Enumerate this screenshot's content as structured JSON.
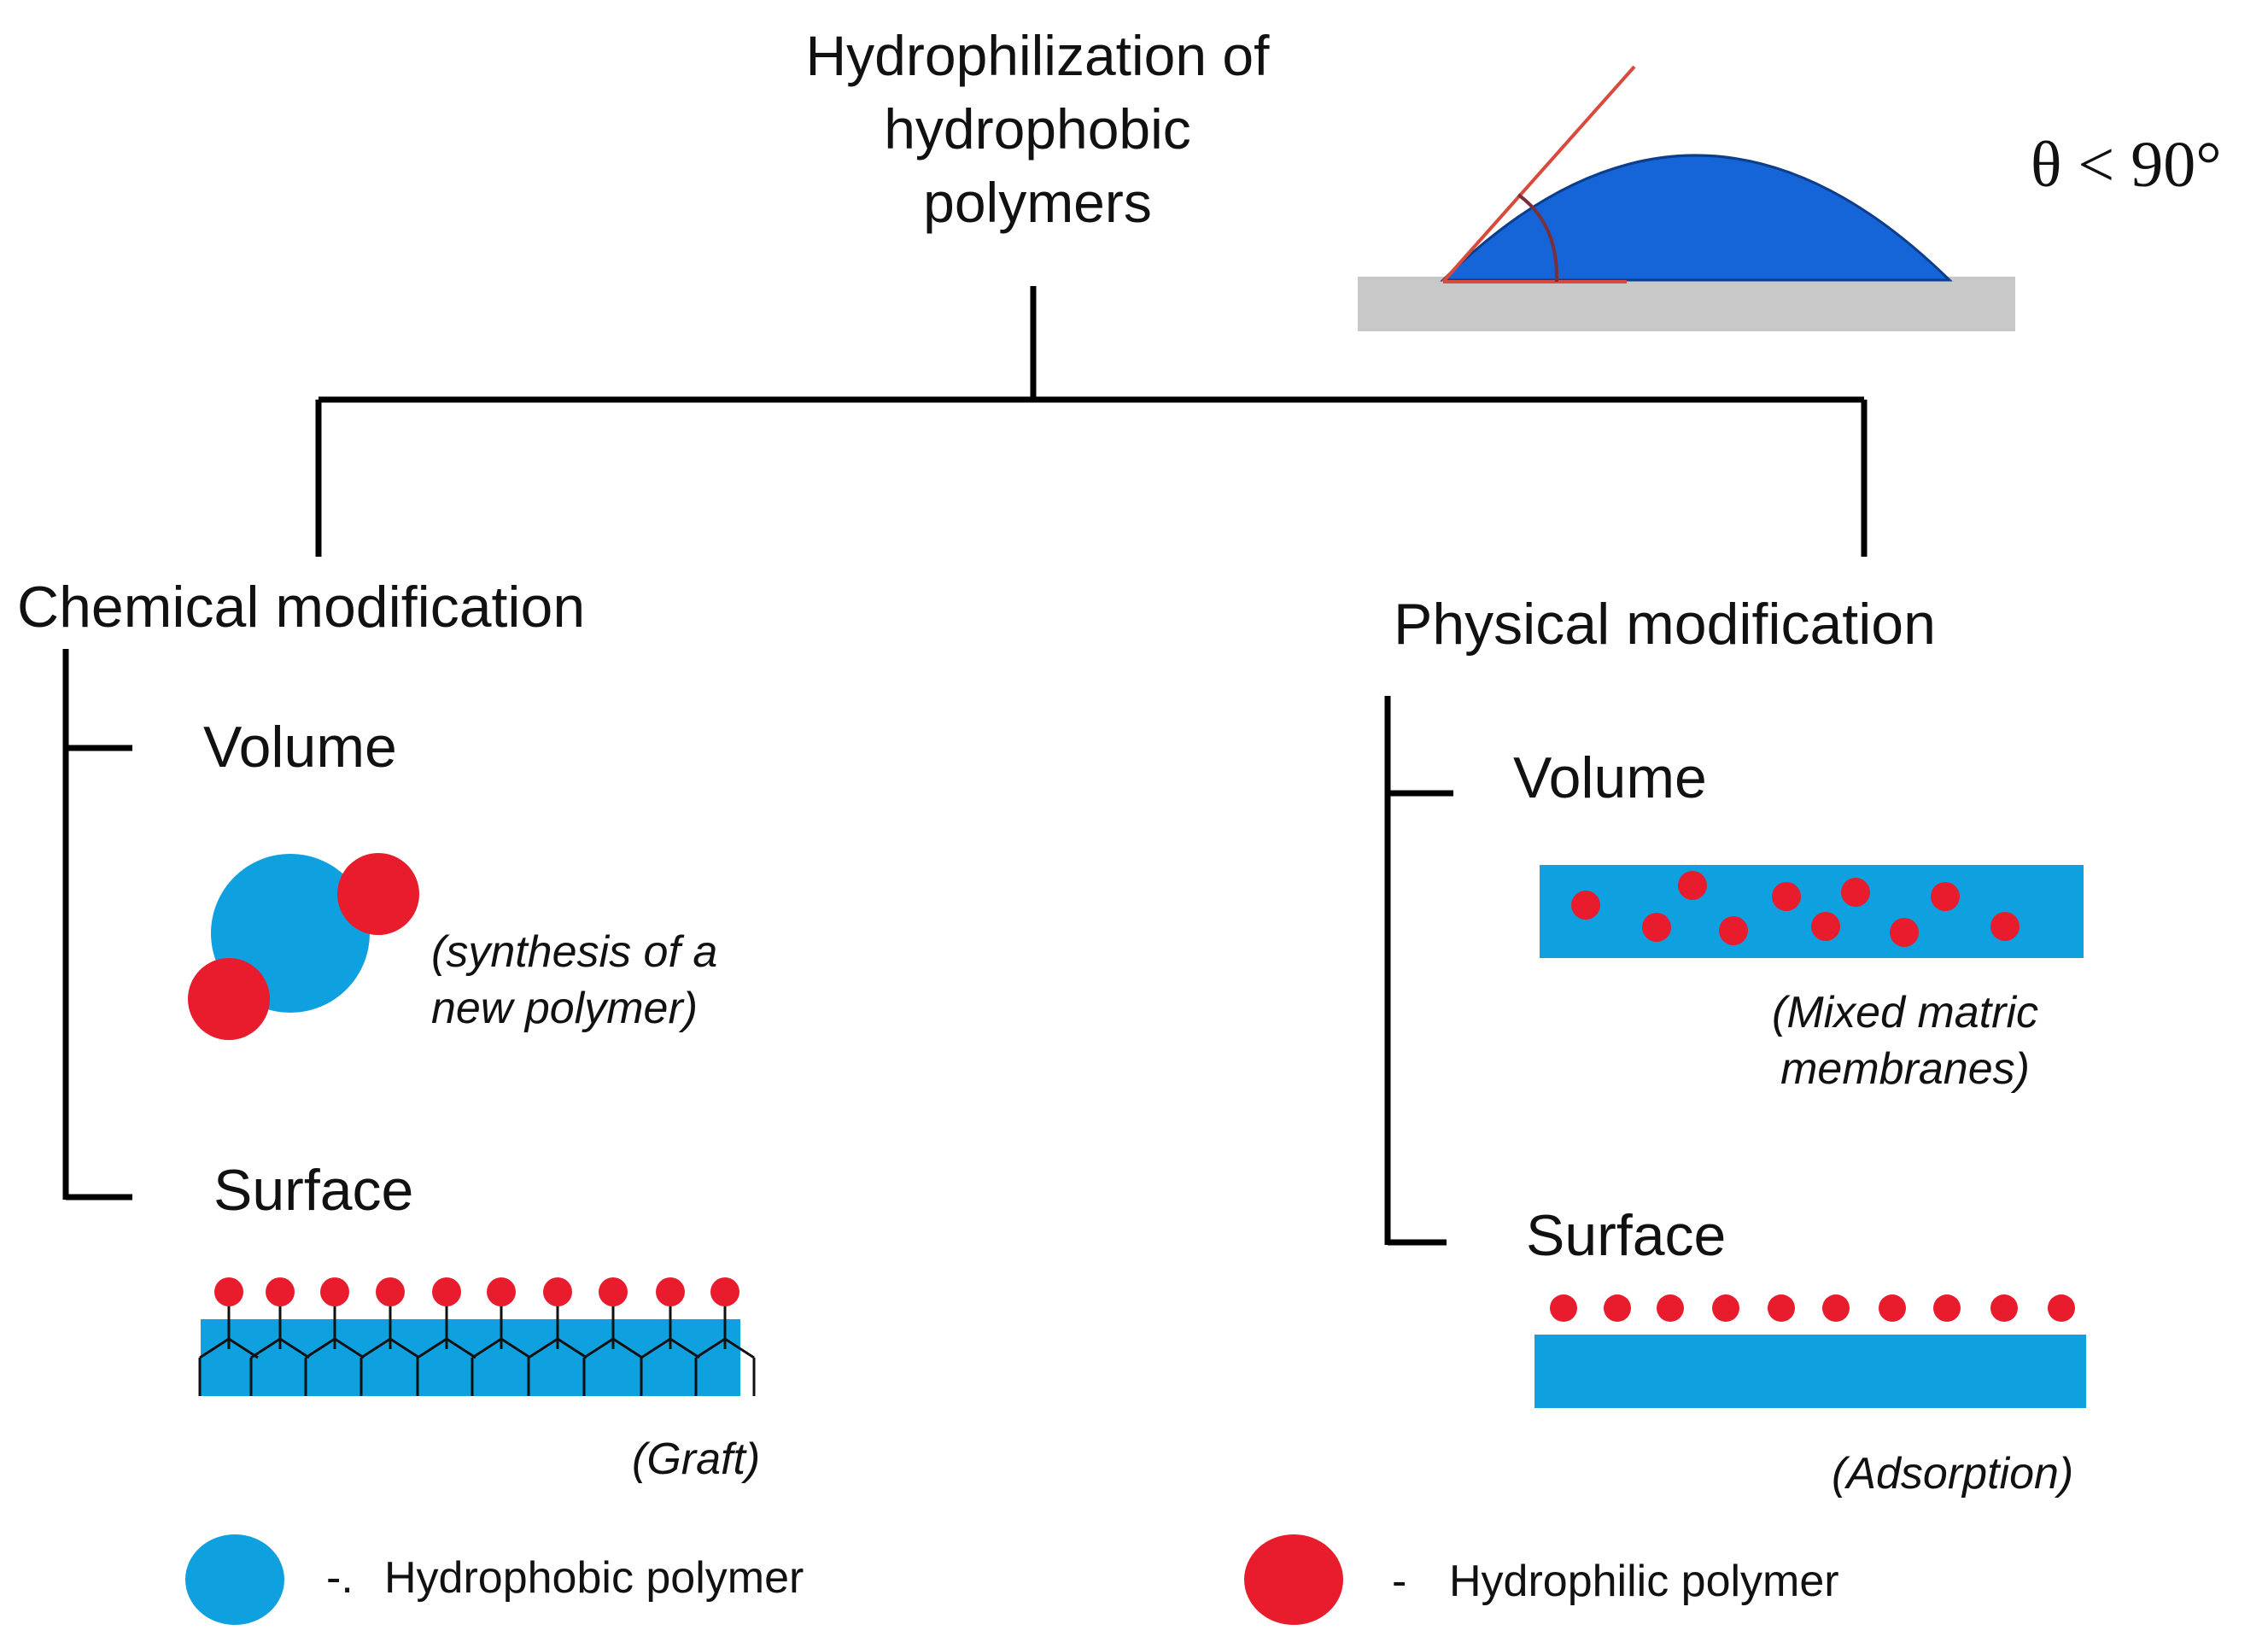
{
  "title": {
    "line1": "Hydrophilization of",
    "line2": "hydrophobic",
    "line3": "polymers"
  },
  "contact_angle": {
    "label": "θ < 90°"
  },
  "chemical": {
    "heading": "Chemical modification",
    "volume_label": "Volume",
    "volume_caption_1": "(synthesis of a",
    "volume_caption_2": "new polymer)",
    "surface_label": "Surface",
    "surface_caption": "(Graft)"
  },
  "physical": {
    "heading": "Physical modification",
    "volume_label": "Volume",
    "volume_caption_1": "(Mixed matric",
    "volume_caption_2": "membranes)",
    "surface_label": "Surface",
    "surface_caption": "(Adsorption)"
  },
  "legend": {
    "hydrophobic_dash": "-.",
    "hydrophobic_label": "Hydrophobic polymer",
    "hydrophilic_dash": "-",
    "hydrophilic_label": "Hydrophilic polymer"
  },
  "colors": {
    "hydrophobic": "#0fa0e0",
    "hydrophilic": "#e81c2c",
    "droplet": "#1565d8",
    "substrate": "#c8c8c8",
    "tangent": "#d94a3a"
  }
}
